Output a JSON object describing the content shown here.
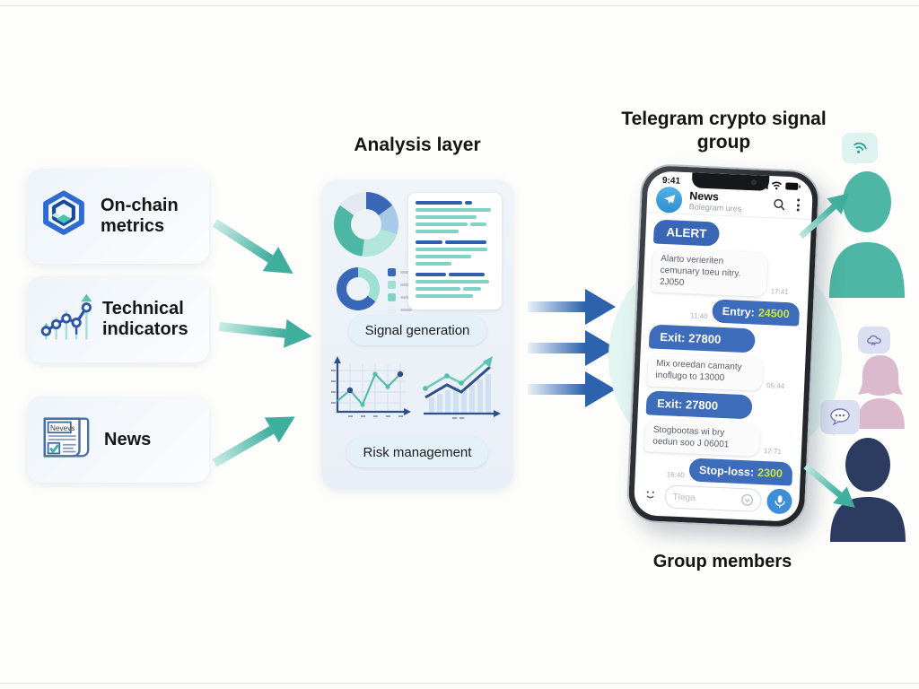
{
  "palette": {
    "teal_arrow": "#45b3a2",
    "blue_arrow": "#2d62ad",
    "bubble_blue": "#3d6cbb",
    "value_yellow": "#cfe53e",
    "person_teal": "#4db6a4",
    "person_pink": "#dcbace",
    "person_navy": "#2c3b60",
    "panel_bg": "#edf2f7",
    "cyan_circle": "#e2f5f1",
    "donut_colors": [
      "#3a68b8",
      "#a9c9e8",
      "#b2e6da",
      "#4db6a4",
      "#e4e9ef"
    ]
  },
  "inputs": {
    "cards": [
      {
        "label": "On-chain metrics"
      },
      {
        "label": "Technical indicators"
      },
      {
        "label": "News",
        "icon_caption": "Nevevs"
      }
    ]
  },
  "analysis": {
    "title": "Analysis layer",
    "signal_label": "Signal generation",
    "risk_label": "Risk management"
  },
  "telegram": {
    "title": "Telegram crypto signal group",
    "status_time": "9:41",
    "chat_name": "News",
    "chat_subtitle": "Bolegram ures",
    "messages": [
      {
        "text": "ALERT"
      },
      {
        "text": "Alarto verieriten cemunary toeu nitry. 2J050",
        "time": "17:41"
      },
      {
        "label": "Entry:",
        "value": "24500",
        "time": "11:40"
      },
      {
        "text": "Exit: 27800"
      },
      {
        "text": "Mix oreedan camanty inoflugo to 13000",
        "time": "05:44"
      },
      {
        "text": "Exit: 27800"
      },
      {
        "text": "Stogbootas wi bry oedun soo J 06001",
        "time": "12:71"
      },
      {
        "label": "Stop-loss:",
        "value": "2300",
        "time": "16:40"
      }
    ],
    "composer_placeholder": "Tlega"
  },
  "members": {
    "title": "Group members"
  }
}
